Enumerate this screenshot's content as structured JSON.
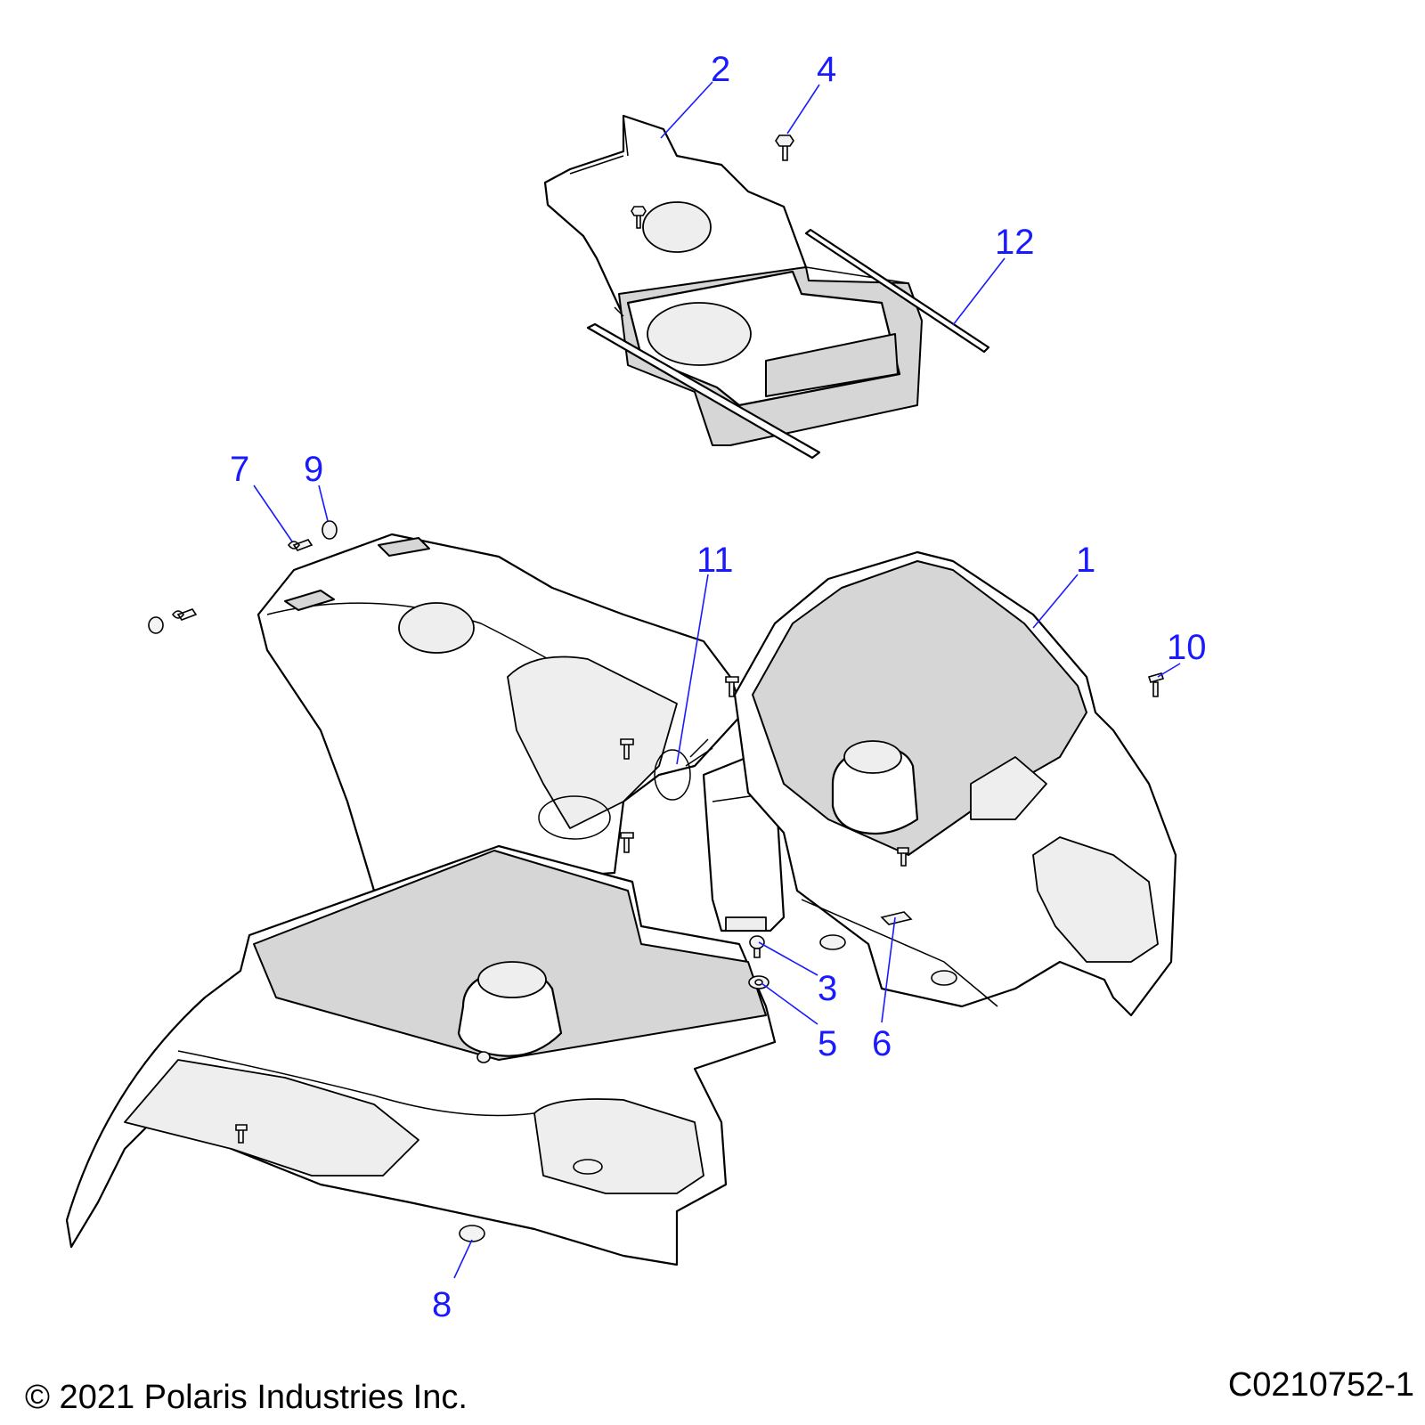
{
  "callouts": {
    "c1": "1",
    "c2": "2",
    "c3": "3",
    "c4": "4",
    "c5": "5",
    "c6": "6",
    "c7": "7",
    "c8": "8",
    "c9": "9",
    "c10": "10",
    "c11": "11",
    "c12": "12"
  },
  "footer": {
    "copyright": "© 2021 Polaris Industries Inc.",
    "drawing_number": "C0210752-1"
  },
  "colors": {
    "callout": "#1a1aff",
    "line": "#000000",
    "fill": "#ffffff",
    "shade": "#d6d6d6"
  }
}
